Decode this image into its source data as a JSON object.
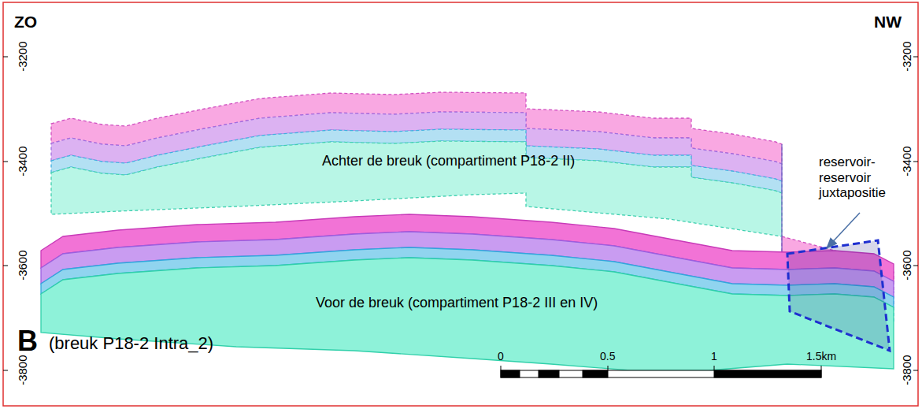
{
  "diagram": {
    "nodes": [
      {
        "text": [
          "Achter de breuk (compartiment P18-2 II)"
        ]
      },
      {
        "text": [
          "Voor de breuk (compartiment P18-2 III en IV)"
        ]
      }
    ],
    "labels": [
      "ZO",
      "NW",
      "-3200",
      "-3400",
      "-3600",
      "-3800",
      "-3200",
      "-3400",
      "-3600",
      "-3800",
      "reservoir- reservoir juxtapositie",
      "B",
      "(breuk P18-2 Intra_2)",
      "0",
      "0.5",
      "1",
      "1.5km"
    ]
  }
}
